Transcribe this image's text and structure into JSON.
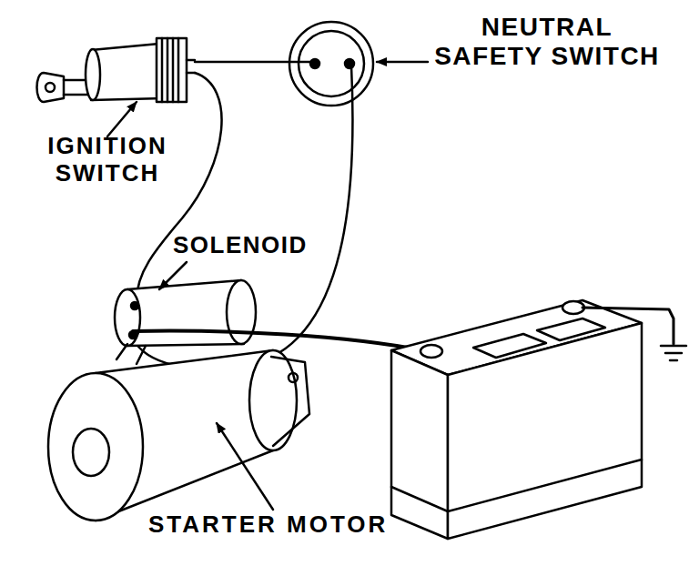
{
  "diagram": {
    "labels": [
      "NEUTRAL SAFETY SWITCH",
      "IGNITION SWITCH",
      "SOLENOID",
      "STARTER MOTOR"
    ]
  }
}
